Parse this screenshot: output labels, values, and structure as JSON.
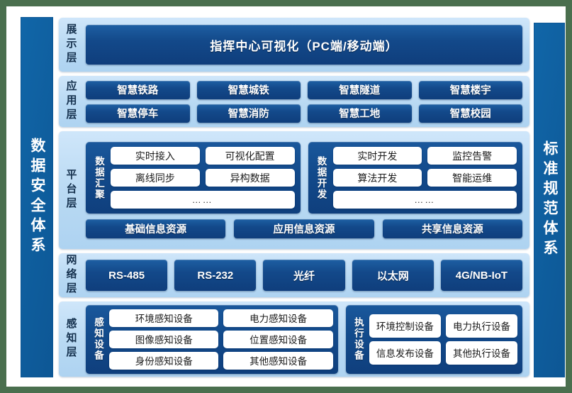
{
  "pillars": {
    "left": "数据安全体系",
    "right": "标准规范体系"
  },
  "layers": {
    "display": {
      "label": "展示层",
      "banner": "指挥中心可视化（PC端/移动端）"
    },
    "application": {
      "label": "应用层",
      "rows": [
        [
          "智慧铁路",
          "智慧城铁",
          "智慧隧道",
          "智慧楼宇"
        ],
        [
          "智慧停车",
          "智慧消防",
          "智慧工地",
          "智慧校园"
        ]
      ]
    },
    "platform": {
      "label": "平台层",
      "groups": [
        {
          "title": "数据汇聚",
          "rows": [
            [
              "实时接入",
              "可视化配置"
            ],
            [
              "离线同步",
              "异构数据"
            ]
          ],
          "ellipsis": "……"
        },
        {
          "title": "数据开发",
          "rows": [
            [
              "实时开发",
              "监控告警"
            ],
            [
              "算法开发",
              "智能运维"
            ]
          ],
          "ellipsis": "……"
        }
      ],
      "resources": [
        "基础信息资源",
        "应用信息资源",
        "共享信息资源"
      ]
    },
    "network": {
      "label": "网络层",
      "items": [
        "RS-485",
        "RS-232",
        "光纤",
        "以太网",
        "4G/NB-IoT"
      ]
    },
    "sensing": {
      "label": "感知层",
      "groups": [
        {
          "title": "感知设备",
          "rows": [
            [
              "环境感知设备",
              "电力感知设备"
            ],
            [
              "图像感知设备",
              "位置感知设备"
            ],
            [
              "身份感知设备",
              "其他感知设备"
            ]
          ]
        },
        {
          "title": "执行设备",
          "rows": [
            [
              "环境控制设备",
              "电力执行设备"
            ],
            [
              "信息发布设备",
              "其他执行设备"
            ]
          ]
        }
      ]
    }
  },
  "colors": {
    "page_background": "#ffffff",
    "canvas_background": "#4a6f4e",
    "pillar_blue": "#0f5f9f",
    "panel_light_blue": "#bcdcf3",
    "chip_dark_blue": "#13498a",
    "chip_white": "#ffffff"
  }
}
